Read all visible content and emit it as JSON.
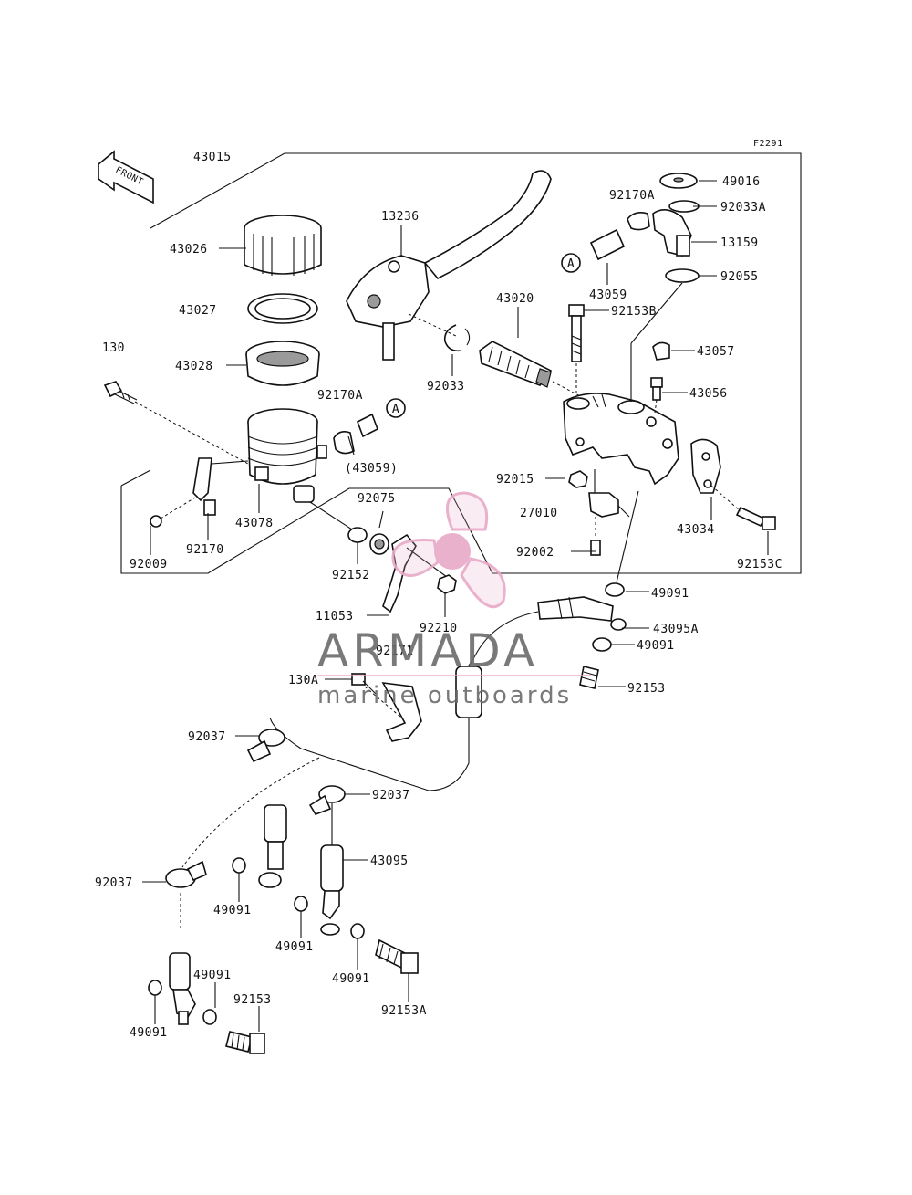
{
  "figure_code": "F2291",
  "front_label": "FRONT",
  "callout_a": "A",
  "part_labels": {
    "p43015": "43015",
    "p49016": "49016",
    "p92170A_top": "92170A",
    "p92033A": "92033A",
    "p13236": "13236",
    "p13159": "13159",
    "p43026": "43026",
    "p43059_top": "43059",
    "p92055": "92055",
    "p43027": "43027",
    "p43020": "43020",
    "p92153B": "92153B",
    "p130": "130",
    "p43028": "43028",
    "p43057": "43057",
    "p92033": "92033",
    "p43056": "43056",
    "p92170A_mid": "92170A",
    "p43059_mid": "(43059)",
    "p92015": "92015",
    "p92075": "92075",
    "p43078": "43078",
    "p27010": "27010",
    "p43034": "43034",
    "p92170": "92170",
    "p92009": "92009",
    "p92152": "92152",
    "p92002": "92002",
    "p92153C": "92153C",
    "p49091_a": "49091",
    "p11053": "11053",
    "p92210": "92210",
    "p43095A": "43095A",
    "p92171": "92171",
    "p49091_b": "49091",
    "p130A": "130A",
    "p92153_a": "92153",
    "p92037_a": "92037",
    "p92037_b": "92037",
    "p43095": "43095",
    "p92037_c": "92037",
    "p49091_c": "49091",
    "p49091_d": "49091",
    "p49091_e": "49091",
    "p49091_f": "49091",
    "p49091_g": "49091",
    "p92153_b": "92153",
    "p92153A": "92153A"
  },
  "watermark": {
    "brand": "ARMADA",
    "tagline": "marine outboards",
    "colors": {
      "logo": "#e8a9c8",
      "logo_dark": "#c2547f",
      "text": "#6b6b6b"
    }
  },
  "colors": {
    "ink": "#111111",
    "shade": "#9a9a9a",
    "background": "#ffffff"
  }
}
